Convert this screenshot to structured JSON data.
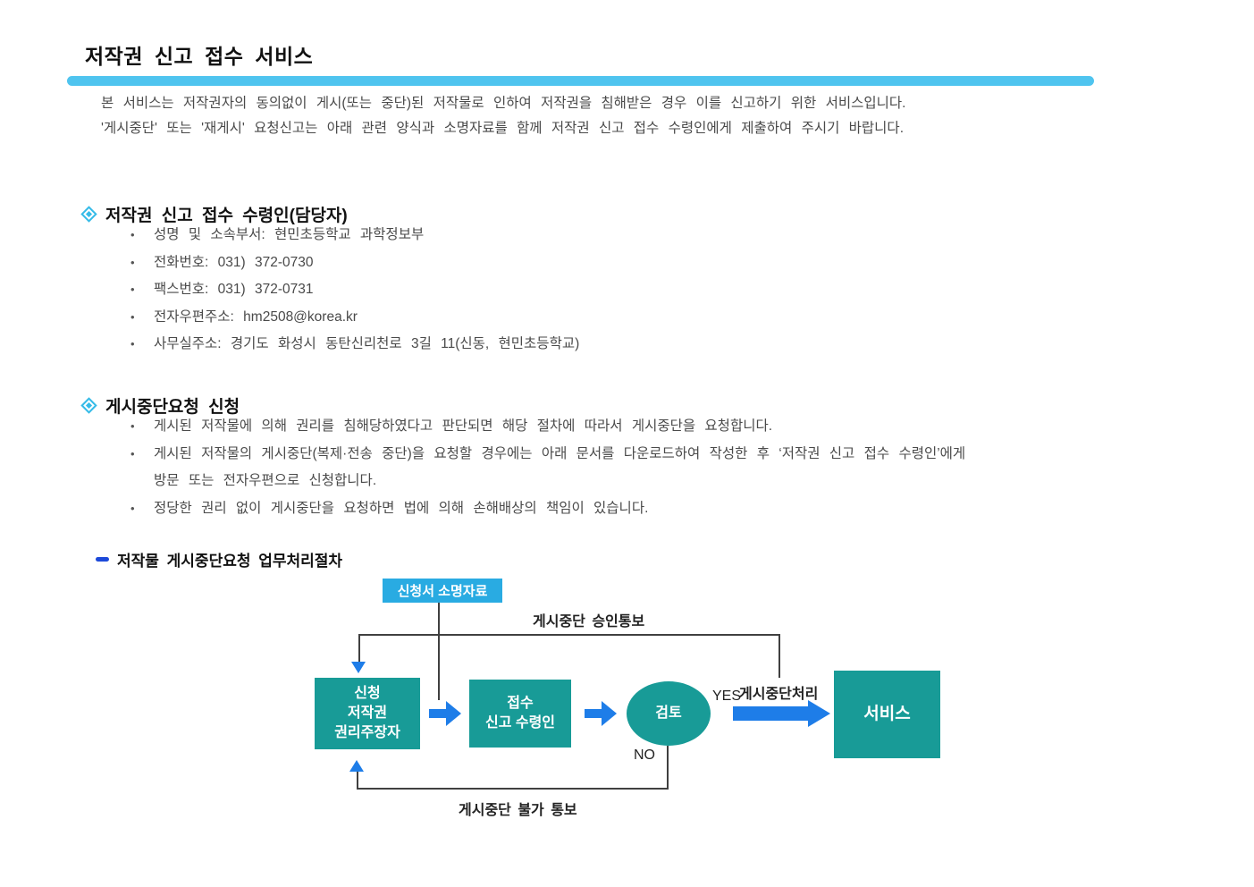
{
  "header": {
    "title": "저작권 신고 접수 서비스"
  },
  "intro": {
    "lines": [
      "본 서비스는 저작권자의 동의없이 게시(또는 중단)된 저작물로 인하여 저작권을 침해받은 경우 이를 신고하기 위한 서비스입니다.",
      "'게시중단' 또는 '재게시' 요청신고는 아래 관련 양식과 소명자료를 함께 저작권 신고 접수 수령인에게 제출하여 주시기 바랍니다."
    ]
  },
  "sections": [
    {
      "heading": "저작권 신고 접수 수령인(담당자)",
      "bullets": [
        {
          "lines": [
            "성명 및 소속부서: 현민초등학교 과학정보부"
          ]
        },
        {
          "lines": [
            "전화번호: 031) 372-0730"
          ]
        },
        {
          "lines": [
            "팩스번호: 031) 372-0731"
          ]
        },
        {
          "lines": [
            "전자우편주소: hm2508@korea.kr"
          ]
        },
        {
          "lines": [
            "사무실주소: 경기도 화성시 동탄신리천로 3길 11(신동, 현민초등학교)"
          ]
        }
      ]
    },
    {
      "heading": "게시중단요청 신청",
      "bullets": [
        {
          "lines": [
            "게시된 저작물에 의해 권리를 침해당하였다고 판단되면 해당 절차에 따라서 게시중단을 요청합니다."
          ]
        },
        {
          "lines": [
            "게시된 저작물의 게시중단(복제·전송 중단)을 요청할 경우에는 아래 문서를 다운로드하여 작성한 후 ‘저작권 신고 접수 수령인’에게",
            "방문 또는 전자우편으로 신청합니다."
          ]
        },
        {
          "lines": [
            "정당한 권리 없이 게시중단을 요청하면 법에 의해 손해배상의 책임이 있습니다."
          ]
        }
      ]
    }
  ],
  "flow": {
    "subheading": "저작물 게시중단요청 업무처리절차",
    "doc_box": "신청서 소명자료",
    "approve_label": "게시중단 승인통보",
    "node1": {
      "lines": [
        "신청",
        "저작권",
        "권리주장자"
      ]
    },
    "node2": {
      "lines": [
        "접수",
        "신고 수령인"
      ]
    },
    "review_node": "검토",
    "yes_label": "YES",
    "no_label": "NO",
    "process_label": "게시중단처리",
    "service_node": "서비스",
    "deny_label": "게시중단 불가 통보"
  },
  "icons": {
    "section_marker": "diamond-icon",
    "subsection_marker": "dash-icon",
    "flow_arrows": "arrow-right-icon"
  },
  "colors": {
    "title_bar": "#4FC4EF",
    "diamond": "#35BBE8",
    "dash": "#1C49D9",
    "node_teal": "#189B97",
    "doc_box_cyan": "#29ABE2",
    "arrow_blue": "#1E7DE8",
    "connector_line": "#404040",
    "body_text": "#4a4a4a",
    "heading_text": "#111111"
  }
}
